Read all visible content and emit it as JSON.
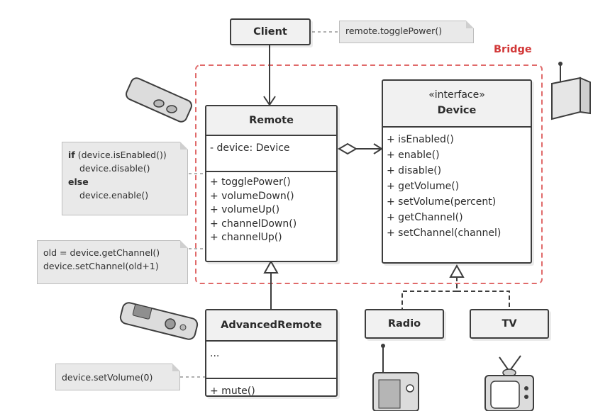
{
  "bridge_label": "Bridge",
  "client": {
    "name": "Client"
  },
  "client_note": "remote.togglePower()",
  "remote": {
    "name": "Remote",
    "fields": [
      "- device: Device"
    ],
    "methods": [
      "+ togglePower()",
      "+ volumeDown()",
      "+ volumeUp()",
      "+ channelDown()",
      "+ channelUp()"
    ]
  },
  "device": {
    "stereotype": "«interface»",
    "name": "Device",
    "methods": [
      "+ isEnabled()",
      "+ enable()",
      "+ disable()",
      "+ getVolume()",
      "+ setVolume(percent)",
      "+ getChannel()",
      "+ setChannel(channel)"
    ]
  },
  "advanced_remote": {
    "name": "AdvancedRemote",
    "fields": [
      "..."
    ],
    "methods": [
      "+ mute()"
    ]
  },
  "radio": {
    "name": "Radio"
  },
  "tv": {
    "name": "TV"
  },
  "toggle_note": {
    "kw_if": "if",
    "line1": " (device.isEnabled())",
    "line2": "device.disable()",
    "kw_else": "else",
    "line4": "device.enable()"
  },
  "channel_note": {
    "line1": "old = device.getChannel()",
    "line2": "device.setChannel(old+1)"
  },
  "mute_note": "device.setVolume(0)",
  "colors": {
    "accent": "#d23838",
    "border": "#3d3d3d",
    "header_fill": "#f1f1f1",
    "note_fill": "#e9e9e9"
  }
}
